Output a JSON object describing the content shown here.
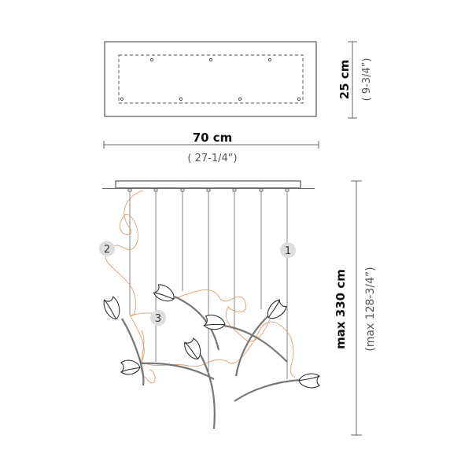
{
  "top_view": {
    "width_cm": "70 cm",
    "width_in": "( 27-1/4”)",
    "depth_cm": "25 cm",
    "depth_in": "( 9-3/4”)"
  },
  "side_view": {
    "height_cm": "max 330 cm",
    "height_in": "(max 128-3/4”)",
    "callouts": [
      "1",
      "2",
      "3"
    ]
  },
  "colors": {
    "wire": "#d9a07a",
    "callout": "#dddddd"
  }
}
